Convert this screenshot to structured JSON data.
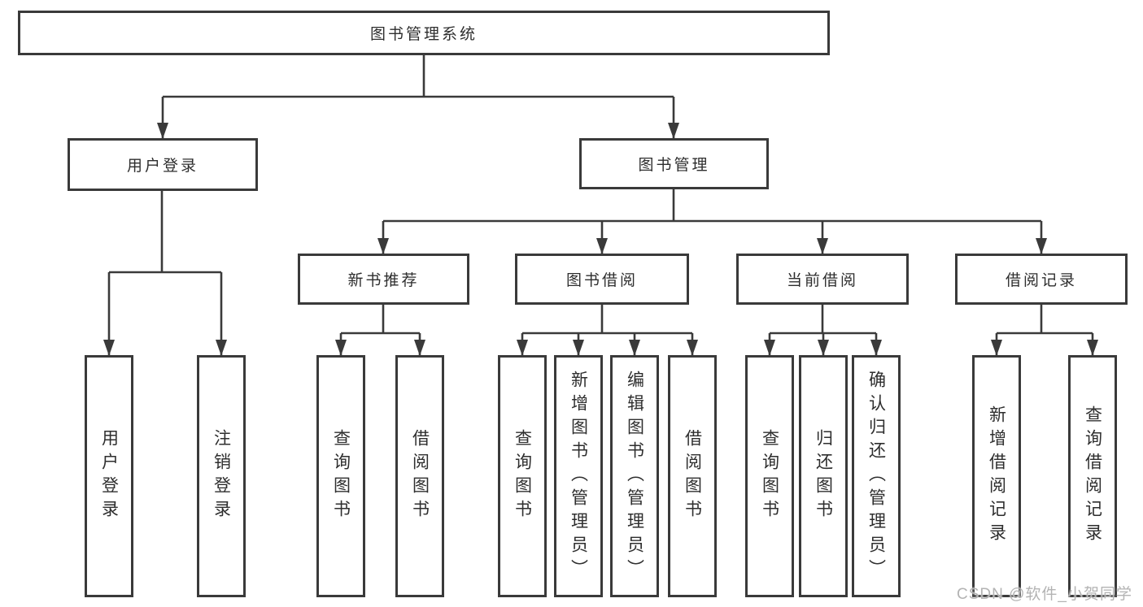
{
  "diagram": {
    "root": {
      "label": "图书管理系统"
    },
    "level2": [
      {
        "label": "用户登录"
      },
      {
        "label": "图书管理"
      }
    ],
    "level3": [
      {
        "label": "新书推荐"
      },
      {
        "label": "图书借阅"
      },
      {
        "label": "当前借阅"
      },
      {
        "label": "借阅记录"
      }
    ],
    "leaves": {
      "user_login": [
        {
          "label": "用户登录"
        },
        {
          "label": "注销登录"
        }
      ],
      "new_book_recommend": [
        {
          "label": "查询图书"
        },
        {
          "label": "借阅图书"
        }
      ],
      "book_borrow": [
        {
          "label": "查询图书"
        },
        {
          "label": "新增图书（管理员）"
        },
        {
          "label": "编辑图书（管理员）"
        },
        {
          "label": "借阅图书"
        }
      ],
      "current_borrow": [
        {
          "label": "查询图书"
        },
        {
          "label": "归还图书"
        },
        {
          "label": "确认归还（管理员）"
        }
      ],
      "borrow_record": [
        {
          "label": "新增借阅记录"
        },
        {
          "label": "查询借阅记录"
        }
      ]
    }
  },
  "watermark": {
    "text": "CSDN @软件_小贺同学"
  },
  "colors": {
    "line": "#3a3a3a",
    "box_border": "#3a3a3a",
    "text": "#2e2e2e",
    "background": "#ffffff",
    "watermark": "#b3b3b3"
  }
}
